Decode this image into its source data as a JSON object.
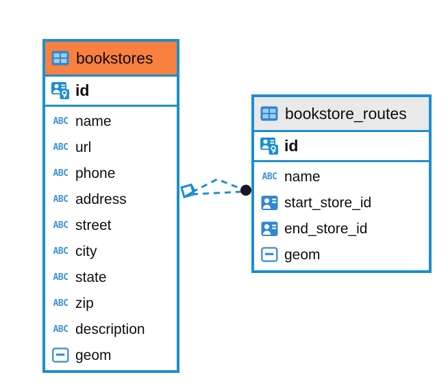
{
  "diagram": {
    "background": "#ffffff",
    "accent_color": "#1b8ed1",
    "highlight_color": "#fa8040",
    "neutral_header_color": "#e9e9e9",
    "entities": [
      {
        "id": "bookstores",
        "name": "bookstores",
        "header_icon": "table-icon",
        "header_style": "accent",
        "primary_key": {
          "name": "id",
          "icon": "primary-key-icon"
        },
        "fields": [
          {
            "name": "name",
            "icon": "abc-text-icon",
            "type": "text"
          },
          {
            "name": "url",
            "icon": "abc-text-icon",
            "type": "text"
          },
          {
            "name": "phone",
            "icon": "abc-text-icon",
            "type": "text"
          },
          {
            "name": "address",
            "icon": "abc-text-icon",
            "type": "text"
          },
          {
            "name": "street",
            "icon": "abc-text-icon",
            "type": "text"
          },
          {
            "name": "city",
            "icon": "abc-text-icon",
            "type": "text"
          },
          {
            "name": "state",
            "icon": "abc-text-icon",
            "type": "text"
          },
          {
            "name": "zip",
            "icon": "abc-text-icon",
            "type": "text"
          },
          {
            "name": "description",
            "icon": "abc-text-icon",
            "type": "text"
          },
          {
            "name": "geom",
            "icon": "geometry-icon",
            "type": "geometry"
          }
        ]
      },
      {
        "id": "bookstore_routes",
        "name": "bookstore_routes",
        "header_icon": "table-icon",
        "header_style": "neutral",
        "primary_key": {
          "name": "id",
          "icon": "primary-key-icon"
        },
        "fields": [
          {
            "name": "name",
            "icon": "abc-text-icon",
            "type": "text"
          },
          {
            "name": "start_store_id",
            "icon": "foreign-key-icon",
            "type": "reference"
          },
          {
            "name": "end_store_id",
            "icon": "foreign-key-icon",
            "type": "reference"
          },
          {
            "name": "geom",
            "icon": "geometry-icon",
            "type": "geometry"
          }
        ]
      }
    ],
    "relationship": {
      "name": "bookstores-to-bookstore-routes",
      "style": "dashed",
      "color": "#1b8ed1",
      "source_marker": "diamond",
      "target_marker": "filled-circle",
      "target_marker_color": "#1a1a2e"
    }
  }
}
